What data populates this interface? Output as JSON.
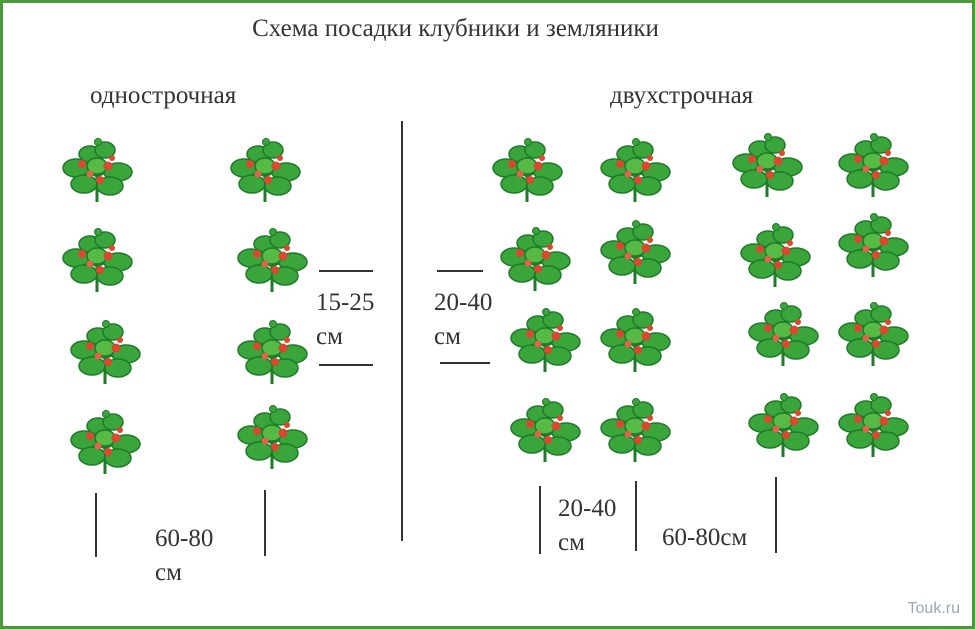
{
  "title": "Схема посадки клубники и земляники",
  "sections": {
    "single_row": "однострочная",
    "double_row": "двухстрочная"
  },
  "distance_labels": {
    "single_in_row": "15-25\nсм",
    "single_between_rows": "60-80\nсм",
    "double_in_row": "20-40\nсм",
    "double_between_lines": "20-40\nсм",
    "double_between_rows": "60-80см"
  },
  "watermark": "Touk.ru",
  "colors": {
    "border": "#4a9a3a",
    "leaf": "#3aa53a",
    "leaf_dark": "#1f7a2a",
    "berry": "#d9482f",
    "line": "#333333"
  },
  "icon": "strawberry-plant-icon"
}
